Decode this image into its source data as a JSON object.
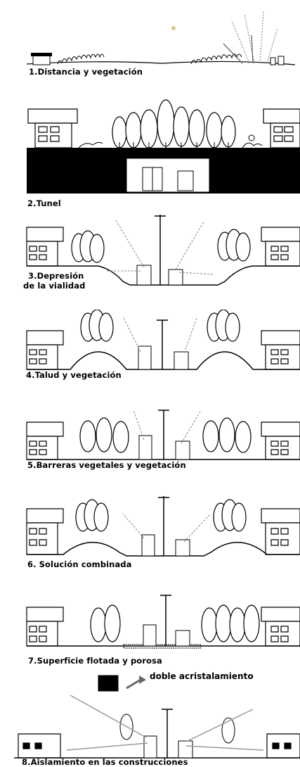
{
  "panels": [
    {
      "caption": "1.Distancia y vegetación"
    },
    {
      "caption": "2.Tunel"
    },
    {
      "caption_line1": "3.Depresión",
      "caption_line2": "de la vialidad"
    },
    {
      "caption": "4.Talud y vegetación"
    },
    {
      "caption": "5.Barreras vegetales y vegetación"
    },
    {
      "caption": "6. Solución combinada"
    },
    {
      "caption": "7.Superficie flotada y porosa"
    },
    {
      "caption": "8.Aislamiento en las construcciones",
      "annotation": "doble acristalamiento"
    }
  ]
}
